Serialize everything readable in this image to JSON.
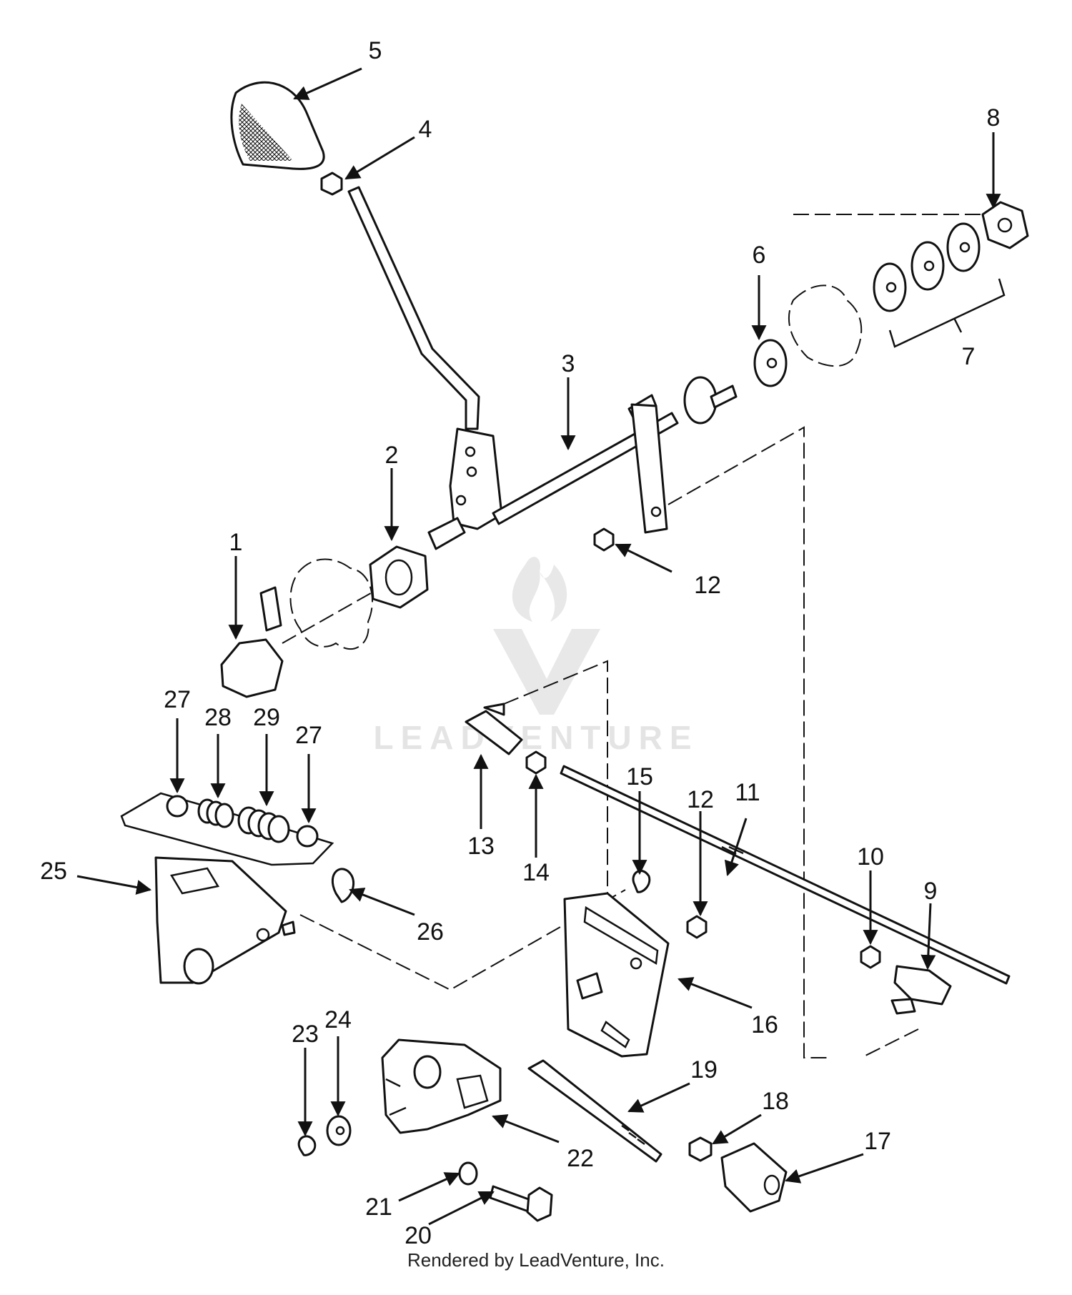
{
  "diagram": {
    "callouts": [
      "1",
      "2",
      "3",
      "4",
      "5",
      "6",
      "7",
      "8",
      "9",
      "10",
      "11",
      "12",
      "12",
      "13",
      "14",
      "15",
      "16",
      "17",
      "18",
      "19",
      "20",
      "21",
      "22",
      "23",
      "24",
      "25",
      "26",
      "27",
      "27",
      "28",
      "29"
    ]
  },
  "watermark": {
    "text": "LEADVENTURE"
  },
  "footer": {
    "text": "Rendered by LeadVenture, Inc."
  }
}
